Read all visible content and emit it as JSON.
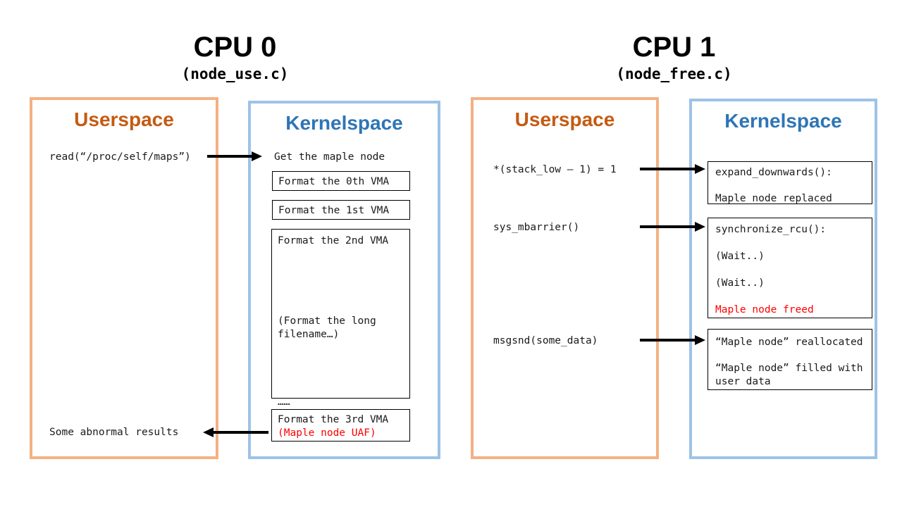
{
  "colors": {
    "userspace_border": "#F4B183",
    "userspace_heading": "#C55A11",
    "kernelspace_border": "#9DC3E6",
    "kernelspace_heading": "#2E75B6",
    "highlight_red": "#FF0000",
    "arrow": "#000000"
  },
  "cpu0": {
    "title": "CPU 0",
    "subtitle": "(node_use.c)",
    "userspace": {
      "heading": "Userspace",
      "read_call": "read(“/proc/self/maps”)",
      "abnormal_results": "Some abnormal results"
    },
    "kernelspace": {
      "heading": "Kernelspace",
      "get_maple_node": "Get the maple node",
      "vma0": "Format the 0th VMA",
      "vma1": "Format the 1st VMA",
      "vma2": "Format the 2nd VMA",
      "long_filename": "(Format the long filename…)",
      "dots": "……",
      "vma3": "Format the 3rd VMA",
      "vma3_uaf": "(Maple node UAF)"
    }
  },
  "cpu1": {
    "title": "CPU 1",
    "subtitle": "(node_free.c)",
    "userspace": {
      "heading": "Userspace",
      "stack_write": "*(stack_low – 1) = 1",
      "mbarrier": "sys_mbarrier()",
      "msgsnd": "msgsnd(some_data)"
    },
    "kernelspace": {
      "heading": "Kernelspace",
      "expand_title": "expand_downwards():",
      "expand_body": "Maple node replaced",
      "sync_title": "synchronize_rcu():",
      "wait1": "(Wait..)",
      "wait2": "(Wait..)",
      "freed": "Maple node freed",
      "realloc1": "“Maple node” reallocated",
      "realloc2": "“Maple node” filled with user data"
    }
  }
}
